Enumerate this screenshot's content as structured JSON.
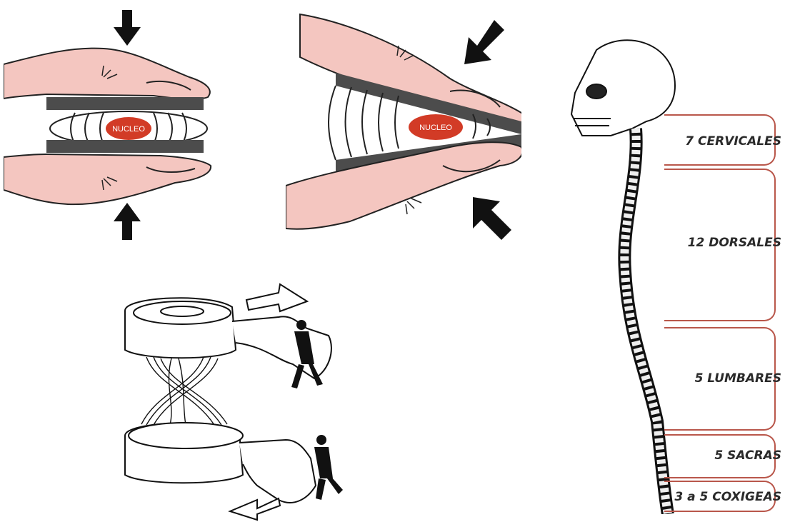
{
  "panels": {
    "symmetric": {
      "nucleus_label": "NUCLEO"
    },
    "asymmetric": {
      "nucleus_label": "NUCLEO"
    }
  },
  "spine": {
    "regions": [
      {
        "label": "7 CERVICALES"
      },
      {
        "label": "12 DORSALES"
      },
      {
        "label": "5 LUMBARES"
      },
      {
        "label": "5 SACRAS"
      },
      {
        "label": "3 a 5 COXIGEAS"
      }
    ]
  },
  "colors": {
    "skin": "#f4c6c0",
    "disc_band": "#4c4c4c",
    "nucleus": "#d23b26",
    "region_border": "#b9574b"
  }
}
